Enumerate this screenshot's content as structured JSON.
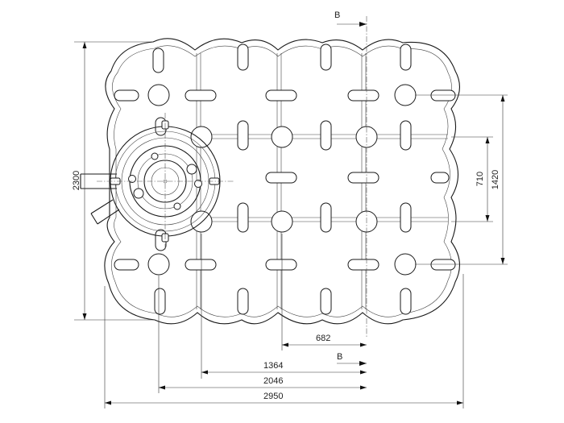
{
  "section": {
    "label": "B"
  },
  "dimensions": {
    "overall_length": "2950",
    "overall_width": "2300",
    "row_spacing": "1420",
    "inner_row_spacing": "710",
    "dim_682": "682",
    "dim_1364": "1364",
    "dim_2046": "2046"
  },
  "icons": {
    "section_arrow": "arrow-right-icon"
  }
}
